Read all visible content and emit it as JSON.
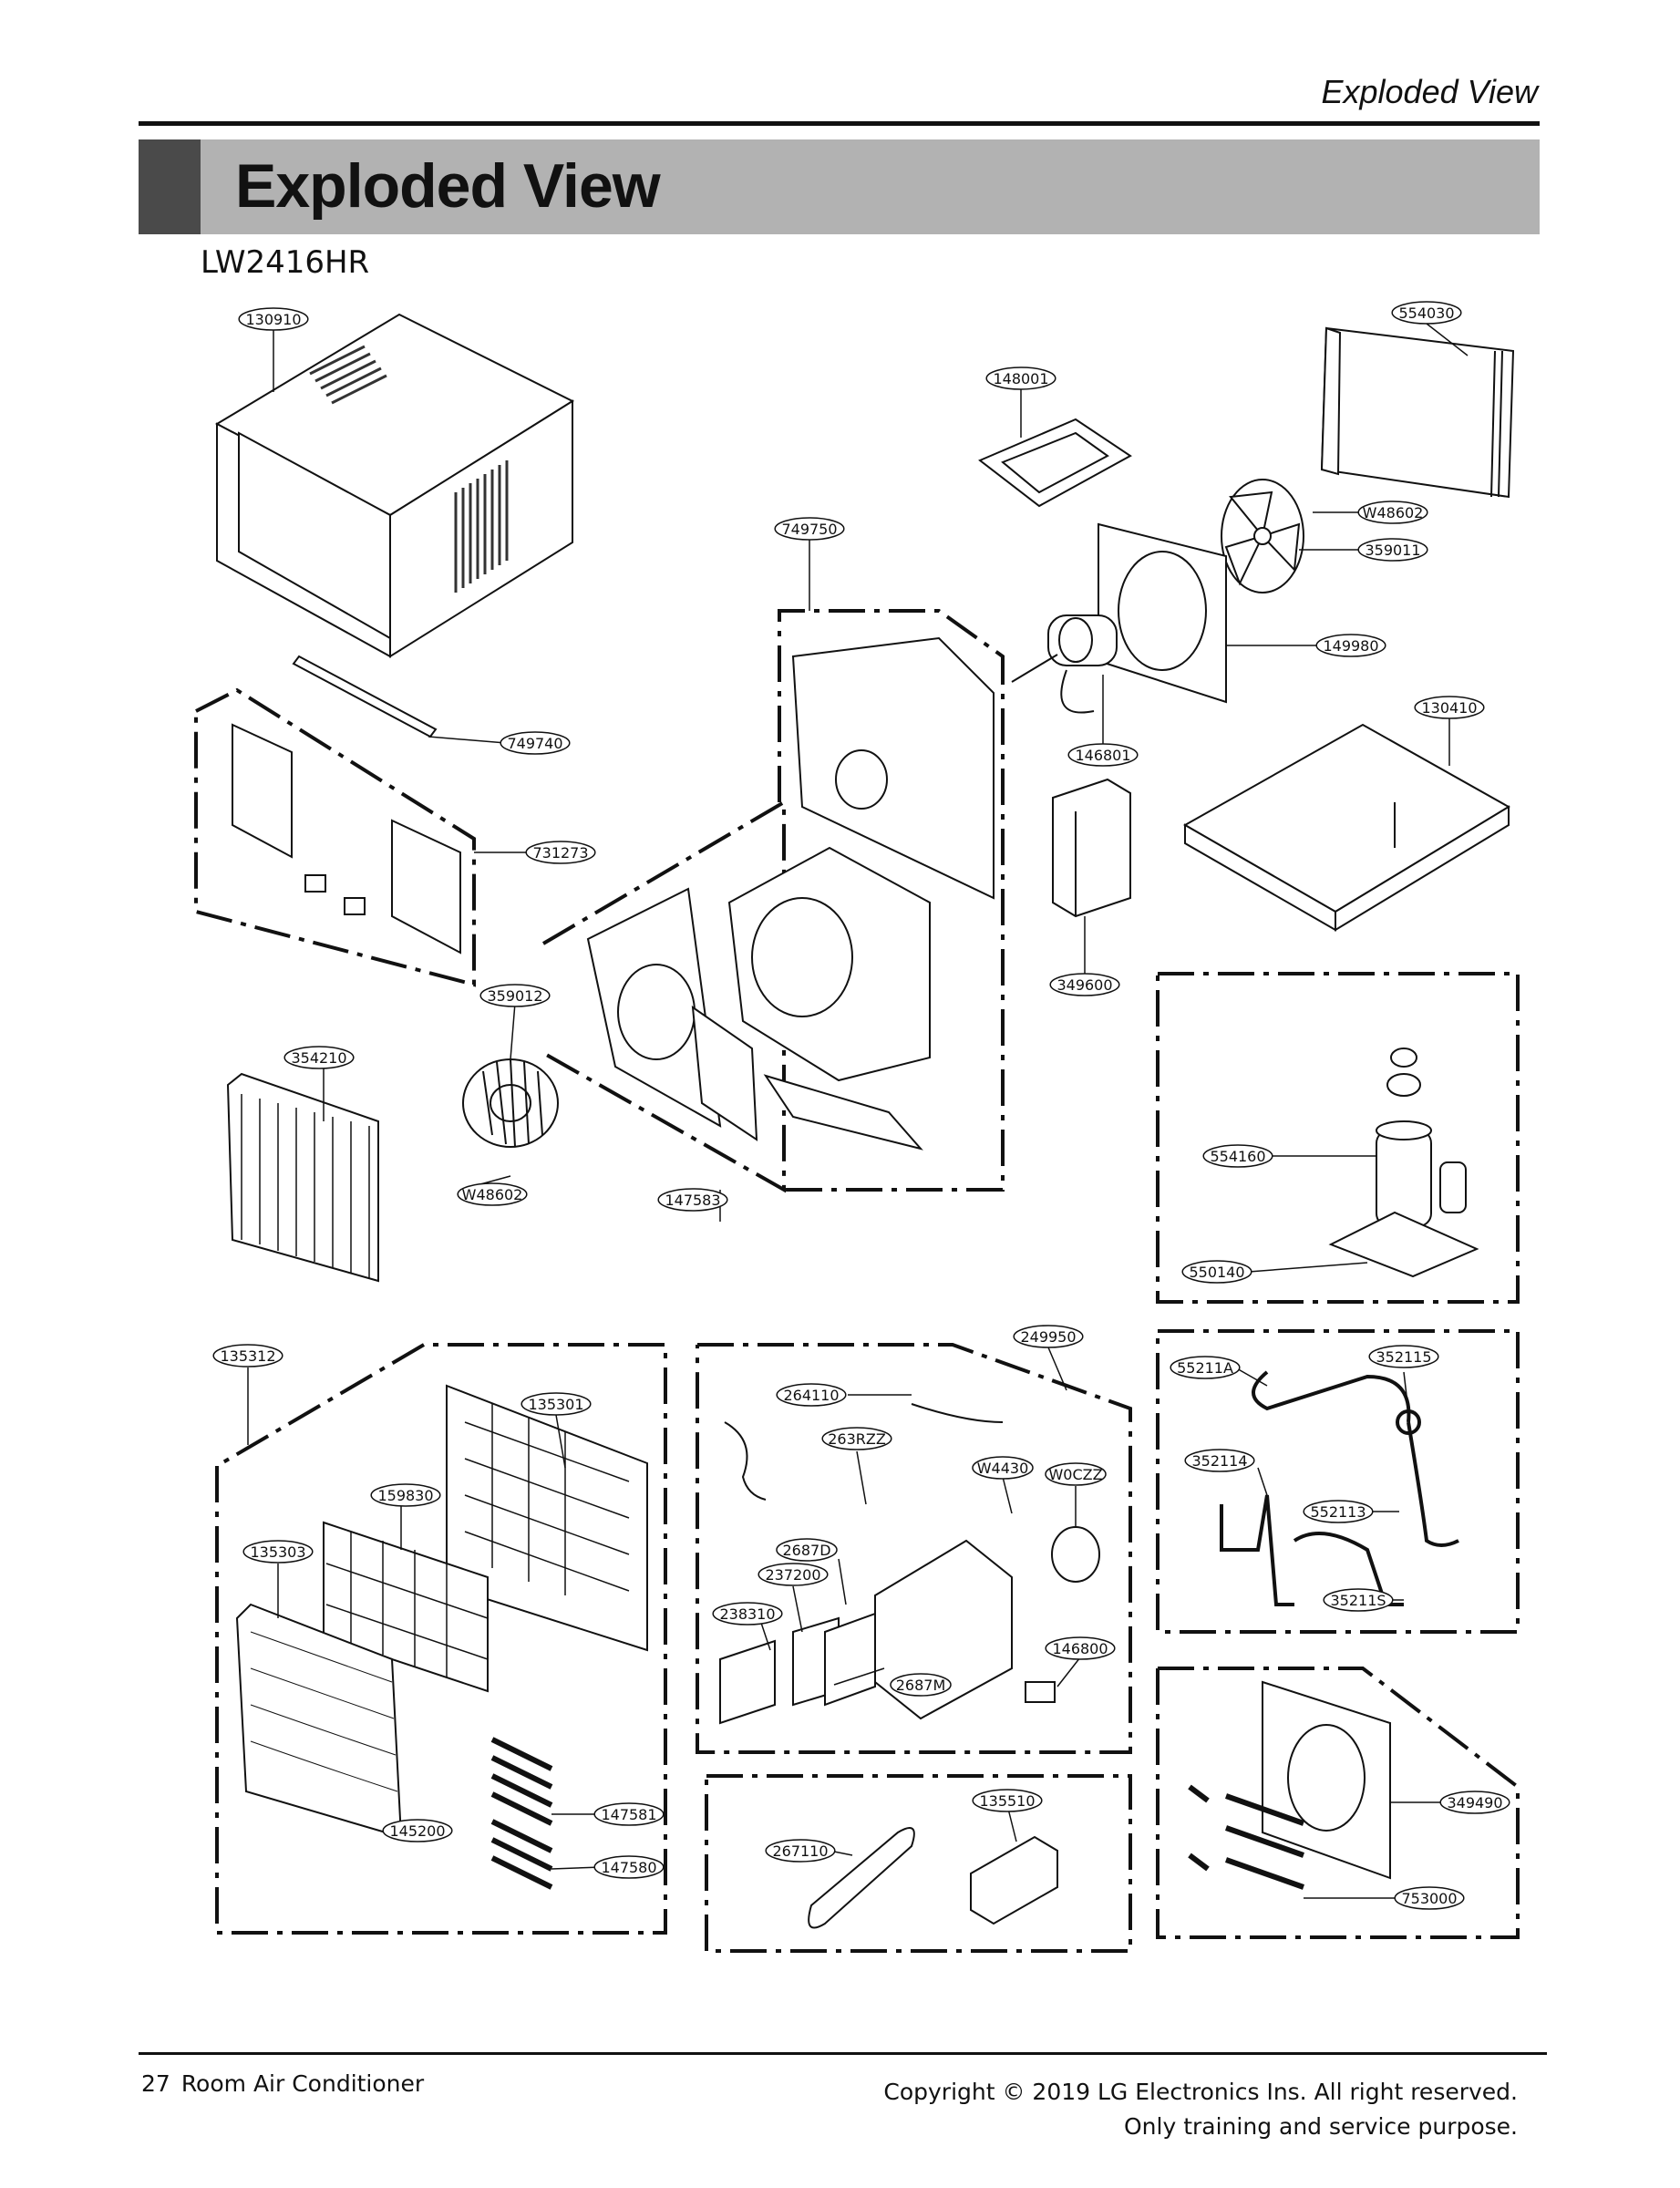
{
  "header": {
    "running_head": "Exploded View",
    "title": "Exploded View",
    "model": "LW2416HR"
  },
  "callouts": [
    "130910",
    "554030",
    "148001",
    "W48602",
    "359011",
    "749750",
    "149980",
    "130410",
    "749740",
    "146801",
    "731273",
    "349600",
    "359012",
    "354210",
    "554160",
    "W48602",
    "147583",
    "550140",
    "135312",
    "249950",
    "55211A",
    "352115",
    "264110",
    "135301",
    "263RZZ",
    "W4430",
    "W0CZZ",
    "352114",
    "159830",
    "552113",
    "2687D",
    "135303",
    "237200",
    "35211S",
    "238310",
    "146800",
    "2687M",
    "135510",
    "349490",
    "147581",
    "145200",
    "267110",
    "147580",
    "753000"
  ],
  "footer": {
    "page_number": "27",
    "doc_name": "Room Air Conditioner",
    "copyright": "Copyright © 2019 LG Electronics Ins. All right reserved.",
    "notice": "Only training and service purpose."
  }
}
